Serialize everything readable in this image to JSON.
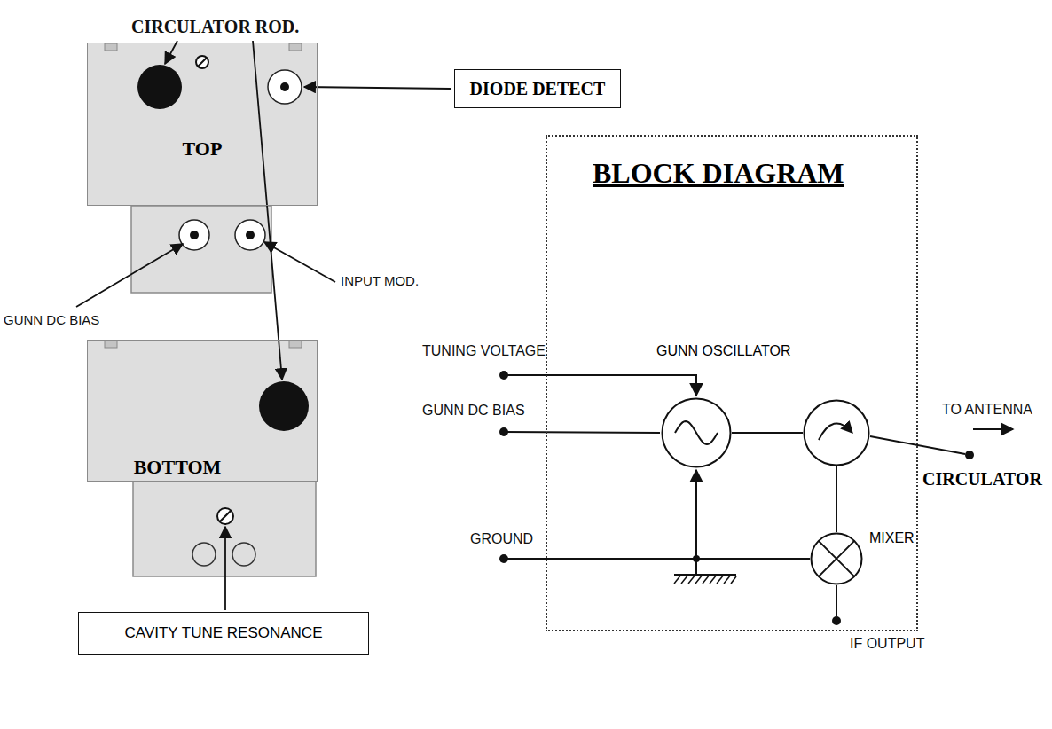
{
  "diagram": {
    "nodes": [
      {
        "text": [
          "DIODE DETECT"
        ]
      },
      {
        "text": [
          "TOP"
        ]
      },
      {
        "text": [
          "BOTTOM"
        ]
      },
      {
        "text": [
          "CAVITY TUNE RESONANCE"
        ]
      },
      {
        "text": [
          "BLOCK DIAGRAM"
        ]
      },
      {
        "text": [
          "GUNN OSCILLATOR"
        ],
        "in": 4
      },
      {
        "text": [
          "CIRCULATOR"
        ],
        "in": 4
      },
      {
        "text": [
          "MIXER"
        ],
        "in": 4
      }
    ],
    "edges": [
      {
        "from": 5,
        "to": 6,
        "arrow": "none"
      },
      {
        "from": 6,
        "to": 7,
        "arrow": "none"
      }
    ],
    "labels": [
      "CIRCULATOR ROD.",
      "INPUT MOD.",
      "GUNN DC BIAS",
      "TUNING VOLTAGE",
      "GUNN DC BIAS",
      "GROUND",
      "TO ANTENNA",
      "IF OUTPUT"
    ]
  }
}
